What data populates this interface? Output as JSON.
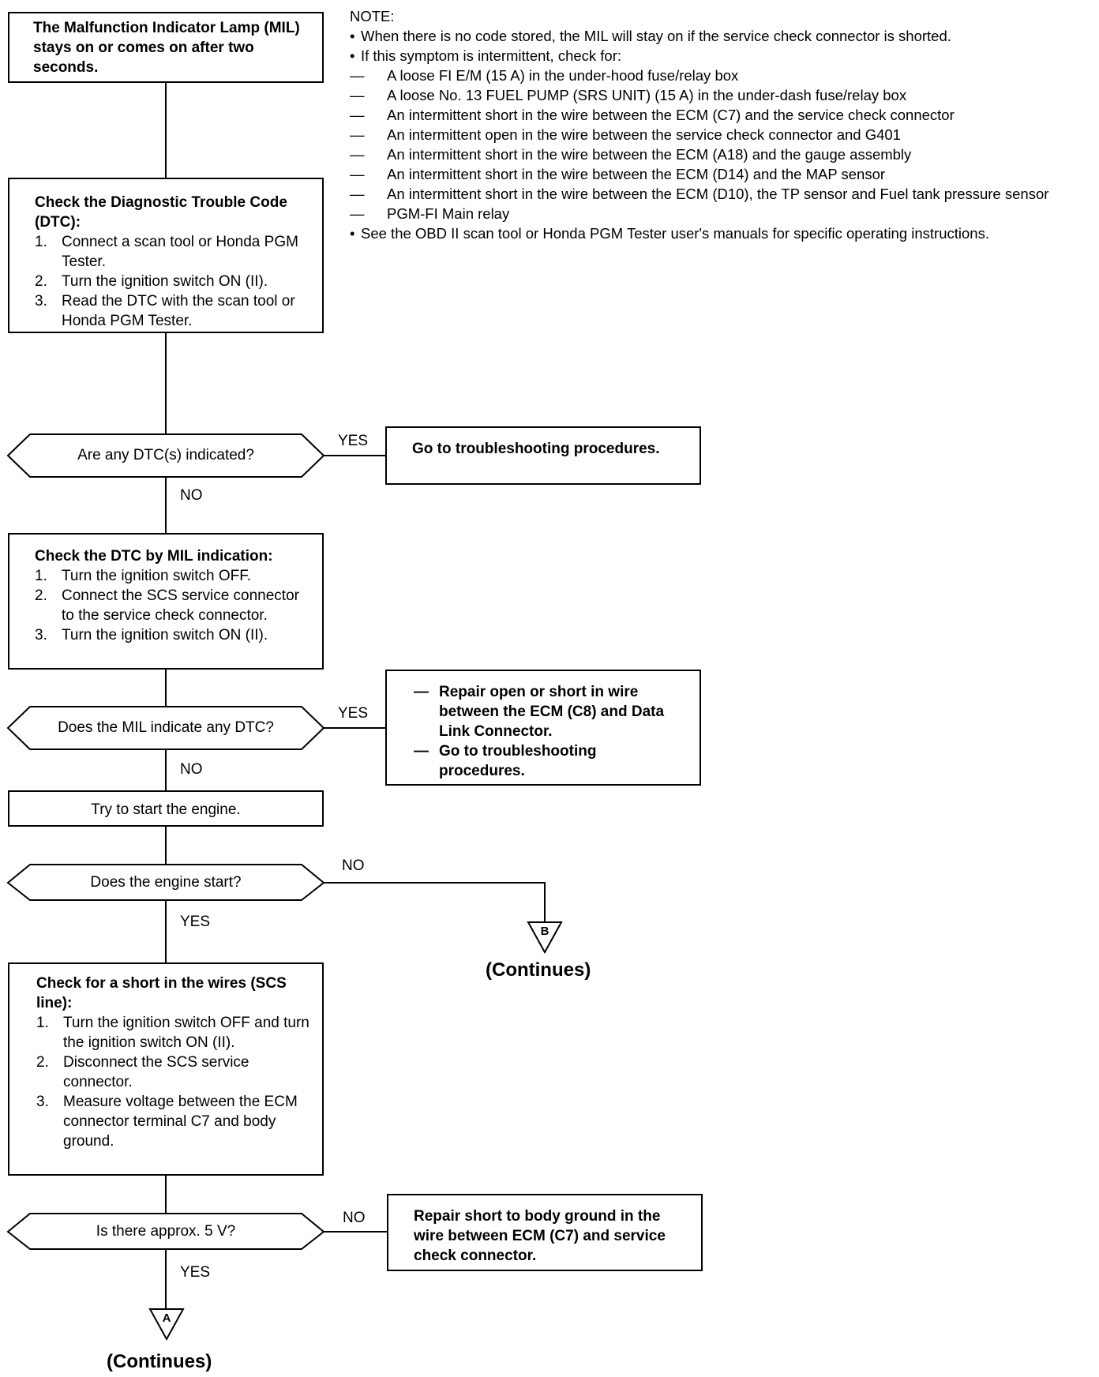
{
  "note": {
    "title": "NOTE:",
    "bullets": [
      "When there is no code stored, the MIL will stay on if the service check connector is shorted.",
      "If this symptom is intermittent, check for:",
      "See the OBD II scan tool or Honda PGM Tester user's manuals for specific operating instructions."
    ],
    "checks": [
      "A loose FI E/M (15 A) in the under-hood fuse/relay box",
      "A loose No. 13 FUEL PUMP (SRS UNIT) (15 A) in the under-dash fuse/relay box",
      "An intermittent short in the wire between the ECM (C7) and the service check connector",
      "An intermittent open in the wire between the service check connector and G401",
      "An intermittent short in the wire between the ECM (A18) and the gauge assembly",
      "An intermittent short in the wire between the ECM (D14) and the MAP sensor",
      "An intermittent short in the wire between the ECM (D10), the TP sensor and Fuel tank pressure sensor",
      "PGM-FI Main relay"
    ]
  },
  "start_box": {
    "text": "The Malfunction Indicator Lamp (MIL) stays on or comes on after two seconds."
  },
  "dtc_box": {
    "heading": "Check the Diagnostic Trouble Code (DTC):",
    "steps": [
      "Connect a scan tool or Honda PGM Tester.",
      "Turn the ignition switch ON (II).",
      "Read the DTC with the scan tool or Honda PGM Tester."
    ]
  },
  "decision1": {
    "question": "Are any DTC(s) indicated?",
    "yes": "YES",
    "no": "NO"
  },
  "yes1_box": {
    "text": "Go to troubleshooting procedures."
  },
  "mil_box": {
    "heading": "Check the DTC by MIL indication:",
    "steps": [
      "Turn the ignition switch OFF.",
      "Connect the SCS service connector to the service check connector.",
      "Turn the ignition switch ON (II)."
    ]
  },
  "decision2": {
    "question": "Does the MIL indicate any DTC?",
    "yes": "YES",
    "no": "NO"
  },
  "yes2_box": {
    "items": [
      "Repair open or short in wire between the ECM (C8) and Data Link Connector.",
      "Go to troubleshooting procedures."
    ]
  },
  "start_engine_box": {
    "text": "Try to start the engine."
  },
  "decision3": {
    "question": "Does the engine start?",
    "yes": "YES",
    "no": "NO"
  },
  "connector_b": {
    "letter": "B",
    "caption": "(Continues)"
  },
  "short_box": {
    "heading": "Check for a short in the wires (SCS line):",
    "steps": [
      "Turn the ignition switch OFF and turn the ignition switch ON (II).",
      "Disconnect the SCS service connector.",
      "Measure voltage between the ECM connector terminal C7 and body ground."
    ]
  },
  "decision4": {
    "question": "Is there approx. 5 V?",
    "yes": "YES",
    "no": "NO"
  },
  "no4_box": {
    "text": "Repair short to body ground in the wire between ECM (C7) and service check connector."
  },
  "connector_a": {
    "letter": "A",
    "caption": "(Continues)"
  }
}
